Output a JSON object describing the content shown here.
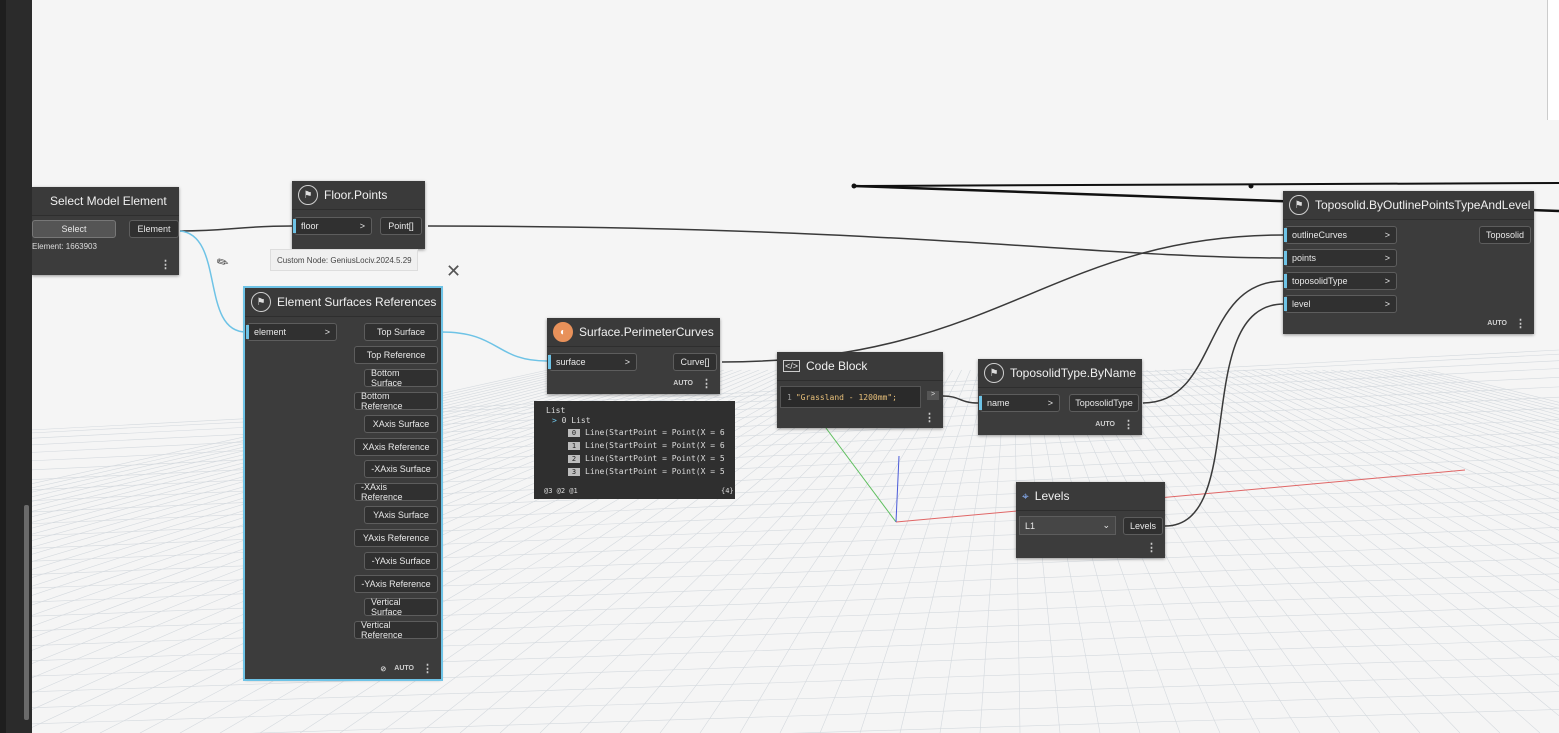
{
  "nodes": {
    "select_model_element": {
      "title": "Select Model Element",
      "select_label": "Select",
      "output": "Element",
      "element_text": "Element: 1663903"
    },
    "floor_points": {
      "title": "Floor.Points",
      "input": "floor",
      "output": "Point[]",
      "tooltip": "Custom Node: GeniusLociv.2024.5.29"
    },
    "element_surfaces": {
      "title": "Element Surfaces References",
      "input": "element",
      "outputs": [
        "Top Surface",
        "Top Reference",
        "Bottom Surface",
        "Bottom Reference",
        "XAxis Surface",
        "XAxis Reference",
        "-XAxis Surface",
        "-XAxis Reference",
        "YAxis Surface",
        "YAxis Reference",
        "-YAxis Surface",
        "-YAxis Reference",
        "Vertical Surface",
        "Vertical Reference"
      ],
      "auto": "AUTO"
    },
    "perimeter_curves": {
      "title": "Surface.PerimeterCurves",
      "input": "surface",
      "output": "Curve[]",
      "auto": "AUTO",
      "preview": {
        "list": "List",
        "sublist": "0 List",
        "items": [
          "Line(StartPoint = Point(X = 6",
          "Line(StartPoint = Point(X = 6",
          "Line(StartPoint = Point(X = 5",
          "Line(StartPoint = Point(X = 5"
        ],
        "indices": [
          "0",
          "1",
          "2",
          "3"
        ],
        "levels": "@3 @2 @1",
        "count": "{4}"
      }
    },
    "code_block": {
      "title": "Code Block",
      "line": "1",
      "code": "\"Grassland - 1200mm\";"
    },
    "toposolid_type": {
      "title": "ToposolidType.ByName",
      "input": "name",
      "output": "ToposolidType",
      "auto": "AUTO"
    },
    "levels": {
      "title": "Levels",
      "selected": "L1",
      "output": "Levels"
    },
    "toposolid": {
      "title": "Toposolid.ByOutlinePointsTypeAndLevel",
      "inputs": [
        "outlineCurves",
        "points",
        "toposolidType",
        "level"
      ],
      "output": "Toposolid",
      "auto": "AUTO"
    }
  },
  "colors": {
    "wire": "#3a3a3a",
    "selected_wire": "#6ec3e6",
    "node_bg": "#3c3c3c",
    "grid": "#d6dbe0"
  }
}
